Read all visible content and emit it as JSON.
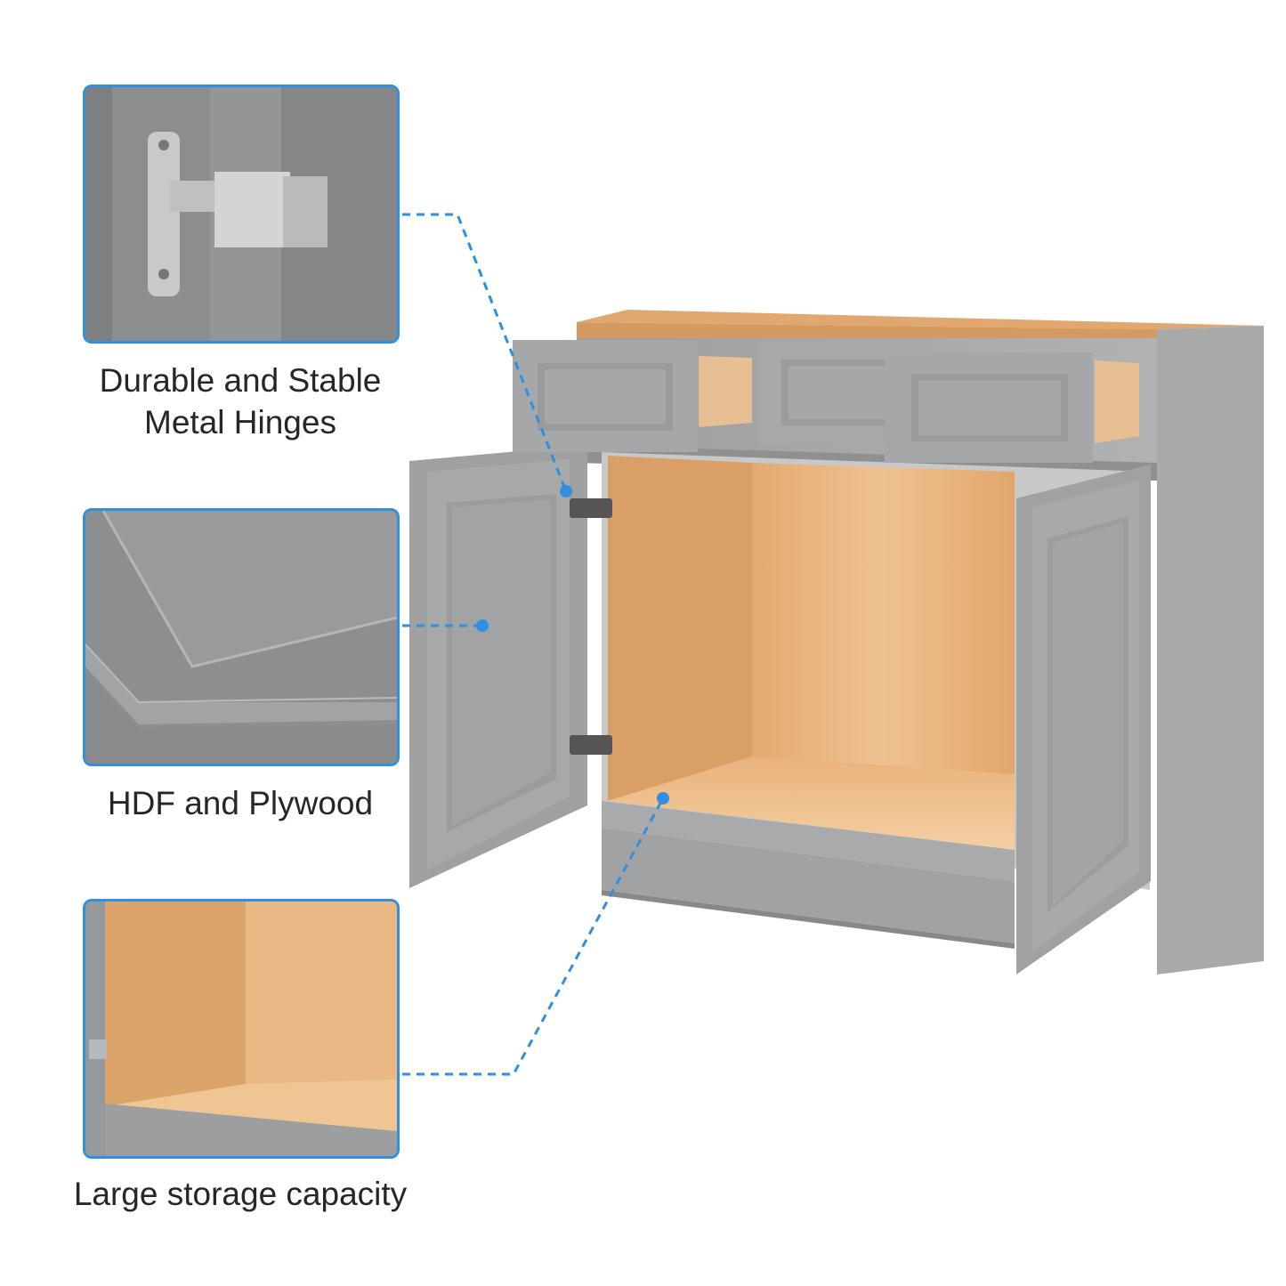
{
  "features": [
    {
      "caption_lines": [
        "Durable and Stable",
        "Metal Hinges"
      ],
      "image": "hinge-closeup"
    },
    {
      "caption_lines": [
        "HDF and Plywood"
      ],
      "image": "door-panel-edge-closeup"
    },
    {
      "caption_lines": [
        "Large storage capacity"
      ],
      "image": "cabinet-interior-closeup"
    }
  ],
  "colors": {
    "accent": "#2f8fe0",
    "cabinet_gray": "#a3a4a6",
    "wood": "#e7b07a",
    "caption": "#262626"
  },
  "product_image": "gray-shaker-base-cabinet-two-doors-open-drawers-out"
}
